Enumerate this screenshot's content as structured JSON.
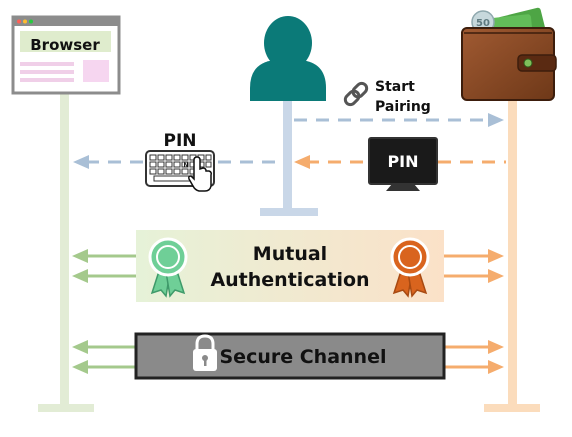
{
  "browser": {
    "title": "Browser"
  },
  "actions": {
    "start_pairing_line1": "Start",
    "start_pairing_line2": "Pairing"
  },
  "pin": {
    "keyboard_label": "PIN",
    "monitor_label": "PIN",
    "key_text": "N"
  },
  "mutual_auth": {
    "line1": "Mutual",
    "line2": "Authentication"
  },
  "secure_channel": {
    "label": "Secure Channel"
  },
  "wallet": {
    "banknote_value": "50"
  },
  "colors": {
    "browser_lane": "#e2ecd5",
    "user_lane": "#c9d7e8",
    "wallet_lane": "#fbdcbc",
    "user_avatar": "#0b7a78",
    "blue_arrow": "#a9bfd6",
    "orange_arrow": "#f5ac6d",
    "green_arrow": "#a4c98c",
    "secure_box": "#8a8a8a",
    "ribbon_green": "#6fcf97",
    "ribbon_orange": "#d9641e"
  }
}
